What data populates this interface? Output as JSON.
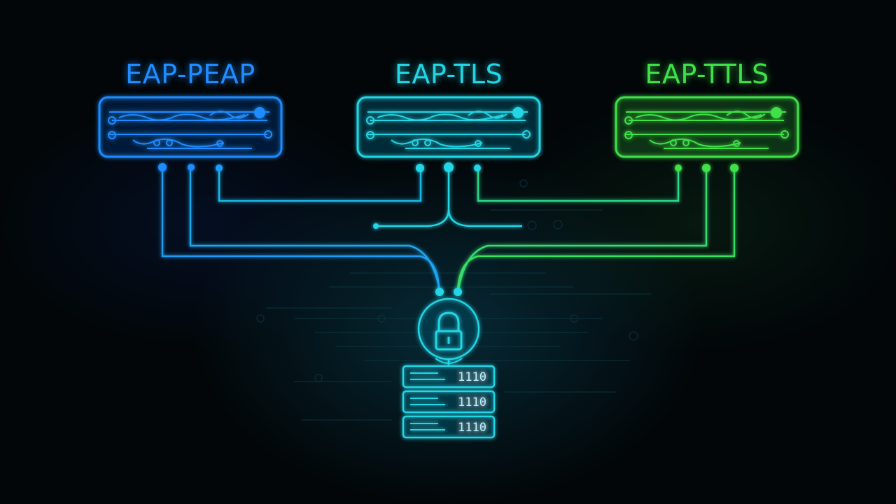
{
  "protocols": [
    {
      "id": "peap",
      "label": "EAP-PEAP",
      "color": "#1f8cff"
    },
    {
      "id": "tls",
      "label": "EAP-TLS",
      "color": "#22d6e6"
    },
    {
      "id": "ttls",
      "label": "EAP-TTLS",
      "color": "#3fe04a"
    }
  ],
  "server": {
    "icon": "padlock-icon",
    "units": [
      {
        "code": "1110"
      },
      {
        "code": "1110"
      },
      {
        "code": "1110"
      }
    ],
    "color": "#22d6e6"
  },
  "background": "#020608"
}
